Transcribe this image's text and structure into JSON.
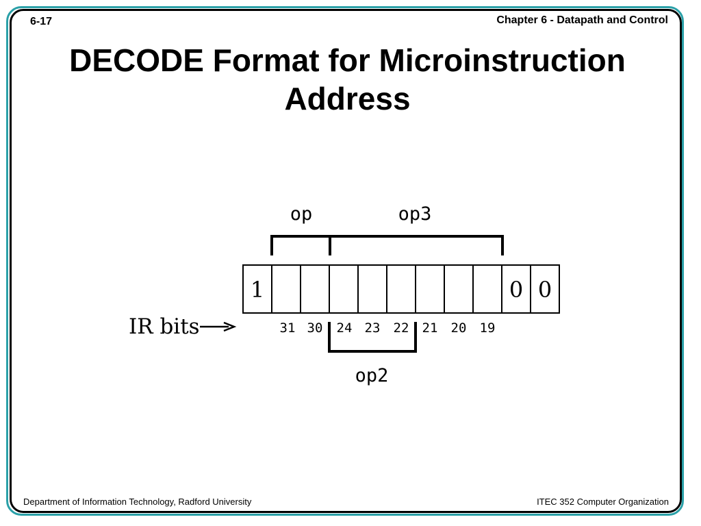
{
  "header": {
    "slide_number": "6-17",
    "chapter": "Chapter 6 - Datapath and Control"
  },
  "title": {
    "line1": "DECODE Format for Microinstruction",
    "line2": "Address"
  },
  "diagram": {
    "row_label": "IR bits",
    "cells": [
      "1",
      "",
      "",
      "",
      "",
      "",
      "",
      "",
      "",
      "0",
      "0"
    ],
    "ir_bit_numbers": [
      "31",
      "30",
      "24",
      "23",
      "22",
      "21",
      "20",
      "19"
    ],
    "fields": {
      "op": "op",
      "op3": "op3",
      "op2": "op2"
    }
  },
  "footer": {
    "left": "Department of Information Technology, Radford University",
    "right": "ITEC 352 Computer Organization"
  },
  "colors": {
    "frame_accent": "#2aa0a8",
    "frame_border": "#000000"
  }
}
